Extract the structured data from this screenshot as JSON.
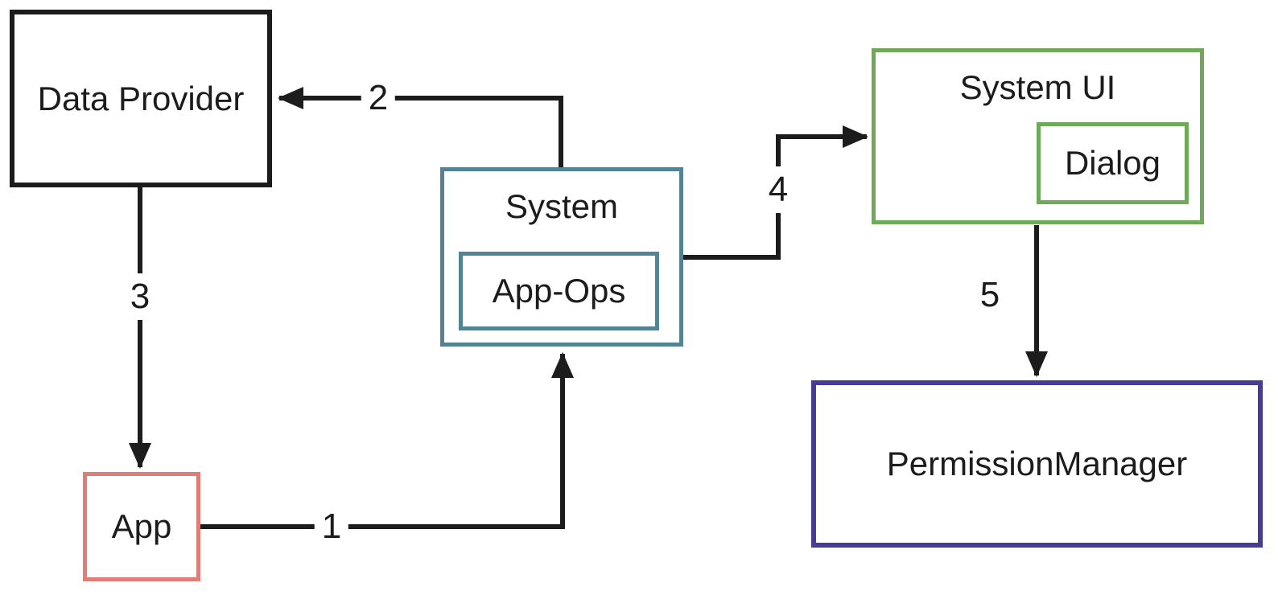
{
  "diagram": {
    "line_color": "#1c1c1c",
    "nodes": {
      "data_provider": {
        "label": "Data Provider",
        "border_color": "#1c1c1c"
      },
      "app": {
        "label": "App",
        "border_color": "#e17d76"
      },
      "system": {
        "label": "System",
        "border_color": "#528496"
      },
      "app_ops": {
        "label": "App-Ops",
        "border_color": "#528496"
      },
      "system_ui": {
        "label": "System UI",
        "border_color": "#6faa58"
      },
      "dialog": {
        "label": "Dialog",
        "border_color": "#6faa58"
      },
      "permission_manager": {
        "label": "PermissionManager",
        "border_color": "#463c93"
      }
    },
    "edges": {
      "e1": {
        "label": "1",
        "from": "App",
        "to": "System"
      },
      "e2": {
        "label": "2",
        "from": "System",
        "to": "Data Provider"
      },
      "e3": {
        "label": "3",
        "from": "Data Provider",
        "to": "App"
      },
      "e4": {
        "label": "4",
        "from": "System",
        "to": "System UI"
      },
      "e5": {
        "label": "5",
        "from": "System UI",
        "to": "PermissionManager"
      }
    }
  }
}
